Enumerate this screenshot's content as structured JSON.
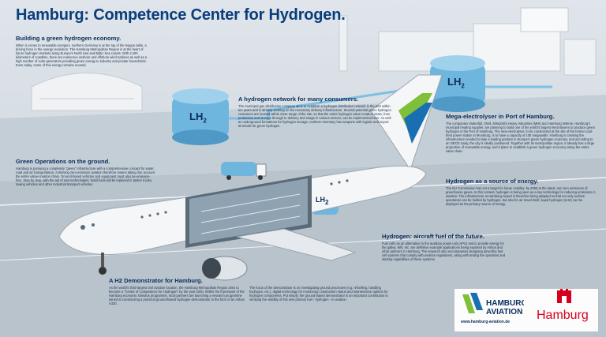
{
  "title": "Hamburg: Competence Center for Hydrogen.",
  "sections": {
    "green_hydrogen": {
      "heading": "Building a green hydrogen economy.",
      "body": "When it comes to renewable energies, northern Germany is at the top of the league table, a driving force in the energy revolution. The Hamburg Metropolitan Region is at the heart of future hydrogen markets along Europe's North Sea and Baltic Sea coasts. With 2,400 kilometers of coastline, there are numerous onshore and offshore wind turbines as well as a high number of solar generators providing green energy to industry and private households. Even today, some of this energy remains unused."
    },
    "network": {
      "heading": "A hydrogen network for many consumers.",
      "body": "The municipal gas distribution company aims to establish a hydrogen distribution network in the port within ten years and is already working on the necessary delivery infrastructure. Several potential green hydrogen customers are located within close range of the site, so that the entire hydrogen value-creation chain, from production and storage through to delivery and usage in various sectors, can be implemented here. As well as underground formations for hydrogen storage, northern Germany has seaports with logistic and import terminals for green hydrogen."
    },
    "electrolyser": {
      "heading": "Mega-electrolyser in Port of Hamburg.",
      "body": "The companies Vattenfall, Shell, Mitsubishi Heavy Industries (MHI) and Hamburg Wärme, Hamburg's municipal heating supplier, are planning to build one of the world's largest electrolysers to produce green hydrogen in the Port of Hamburg. The new electrolyser, to be constructed at the site of the former coal-fired power station in Moorburg, is to have a capacity of 100 megawatts. Hamburg is creating the infrastructure needed to take a leading position in Europe's green hydrogen economy, and according to an OECD study, the city is ideally positioned. Together with its metropolitan region, it already has a large proportion of renewable energy, and it plans to establish a green hydrogen economy along the entire value chain."
    },
    "ground_ops": {
      "heading": "Green Operations on the ground.",
      "body": "Hamburg is pursuing a completely \"green\" infrastructure with a comprehensive concept for water, road and air transportation. Achieving zero-emission aviation therefore means taking into account the entire value-creation chain. Ground-based vehicles and equipment must also be emission-free. Step by step, with the aid of new technologies, fossil fuels will be replaced in tanker trucks, towing vehicles and other industrial transport vehicles."
    },
    "energy_source": {
      "heading": "Hydrogen as a source of energy.",
      "body": "The EU Commission has set a target for future mobility: by 2050 at the latest, net zero emissions of greenhouse gases. In this context, hydrogen is being seen as a key technology for reducing emissions in aviation. The infrastructure at Hamburg Airport is therefore being adapted so that not only surface operations can be fuelled by hydrogen, but also for air travel itself, liquid hydrogen (LH2) can be deployed as the primary source of energy."
    },
    "aircraft_fuel": {
      "heading": "Hydrogen: aircraft fuel of the future.",
      "body": "Fuel cells as an alternative to the auxiliary power unit (APU) and to provide energy for the galley, Wifi, etc. are definitive example applications being explored by Airbus and other partners in Hamburg. The research also encompasses designing airworthy fuel cell systems that comply with aviation regulations, along with testing the operation and starting capabilities of these systems."
    },
    "demonstrator": {
      "heading": "A H2 Demonstrator for Hamburg.",
      "body": "As the world's third-largest civil aviation location, the Hamburg Metropolitan Region aims to become a \"Center of Competence for Hydrogen\" by the year 2030. Within the framework of the Hamburg economic stimulus programme, local partners are launching a research programme aimed at constructing a practical ground-based hydrogen demonstrator in the form of an Airbus A320."
    },
    "demonstrator_focus": {
      "body": "The focus of the demonstrator is on investigating ground processes (e.g. refuelling, handling hydrogen, etc.), digital technology for monitoring construction status and maintenance options for hydrogen components. Put simply, the ground-based demonstrator is an important contribution to verifying the viability of this new primary fuel - hydrogen - in aviation."
    }
  },
  "lh2_label": "LH",
  "lh2_sub": "2",
  "logos": {
    "hamburg_aviation_line1": "HAMBURG",
    "hamburg_aviation_line2": "AVIATION",
    "hamburg_city": "Hamburg",
    "url": "www.hamburg-aviation.de"
  },
  "colors": {
    "title": "#0a3d7c",
    "tank": "#6fb6de",
    "aircraft": "#f4f6f8",
    "accent_green": "#7fbf3a",
    "accent_blue": "#1a6fb3",
    "hamburg_red": "#d6001c"
  }
}
